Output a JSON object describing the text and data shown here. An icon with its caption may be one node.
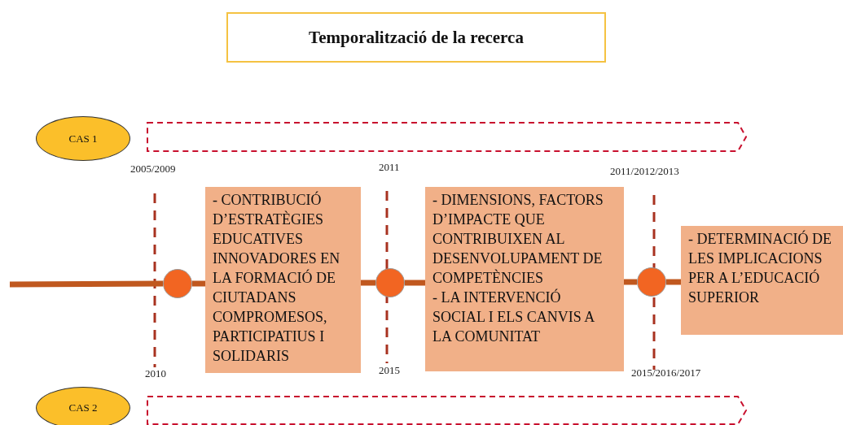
{
  "diagram": {
    "nodes": [
      {
        "text": [
          "Temporalització de la recerca"
        ]
      },
      {
        "text": [
          "CAS 1"
        ]
      },
      {
        "text": [],
        "shape": "arrow"
      },
      {
        "text": [],
        "shape": "circle"
      },
      {
        "text": [
          "- CONTRIBUCIÓ D’ESTRATÈGIES EDUCATIVES INNOVADORES EN LA FORMACIÓ DE CIUTADANS COMPROMESOS, PARTICIPATIUS I SOLIDARIS"
        ]
      },
      {
        "text": [],
        "shape": "circle"
      },
      {
        "text": [
          "- DIMENSIONS, FACTORS D’IMPACTE QUE CONTRIBUIXEN AL DESENVOLUPAMENT DE COMPETÈNCIES",
          "- LA INTERVENCIÓ SOCIAL I ELS CANVIS A LA COMUNITAT"
        ]
      },
      {
        "text": [],
        "shape": "circle"
      },
      {
        "text": [
          "- DETERMINACIÓ DE LES IMPLICACIONS PER A L’EDUCACIÓ SUPERIOR"
        ]
      },
      {
        "text": [
          "CAS 2"
        ]
      },
      {
        "text": [],
        "shape": "arrow"
      }
    ],
    "edges": [
      {
        "from": null,
        "to": 3,
        "arrow": "none"
      },
      {
        "from": 3,
        "to": 4,
        "arrow": "none"
      },
      {
        "from": 4,
        "to": 5,
        "arrow": "none"
      },
      {
        "from": 5,
        "to": 6,
        "arrow": "none"
      },
      {
        "from": 6,
        "to": 7,
        "arrow": "none"
      },
      {
        "from": 7,
        "to": 8,
        "arrow": "none"
      }
    ],
    "labels": [
      "2005/2009",
      "2011",
      "2011/2012/2013",
      "2010",
      "2015",
      "2015/2016/2017"
    ]
  }
}
